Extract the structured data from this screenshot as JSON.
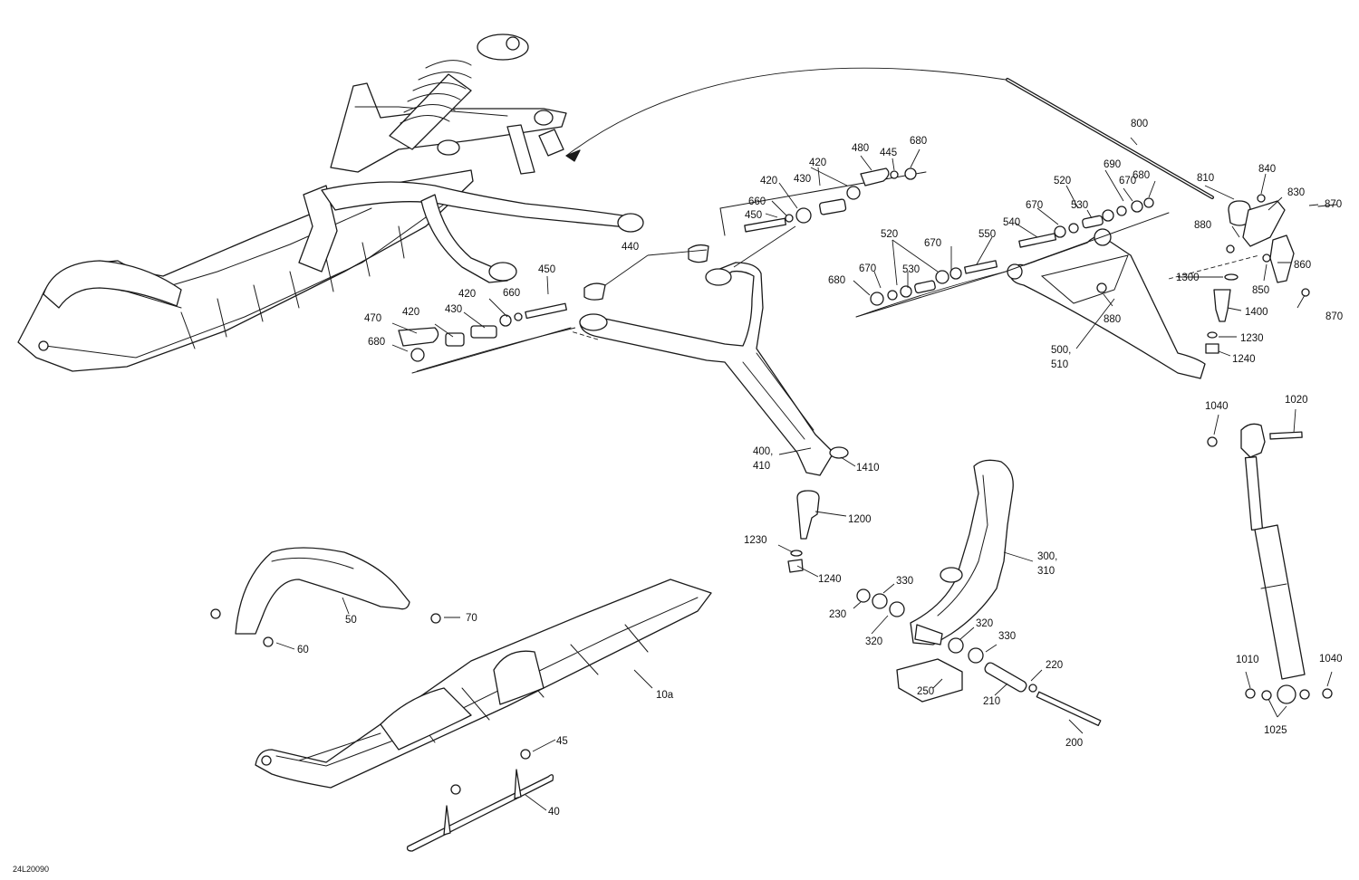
{
  "diagram_code": "24L20090",
  "labels": {
    "l800": "800",
    "l810": "810",
    "l840": "840",
    "l830": "830",
    "l870a": "870",
    "l880a": "880",
    "l860": "860",
    "l850": "850",
    "l1300": "1300",
    "l870b": "870",
    "l1400": "1400",
    "l880b": "880",
    "l1230a": "1230",
    "l1240a": "1240",
    "l500": "500,",
    "l510": "510",
    "l480": "480",
    "l445": "445",
    "l680a": "680",
    "l420a": "420",
    "l420b": "420",
    "l430a": "430",
    "l660a": "660",
    "l450a": "450",
    "l690": "690",
    "l520a": "520",
    "l670a": "670",
    "l530a": "530",
    "l680b": "680",
    "l540": "540",
    "l520b": "520",
    "l670b": "670",
    "l550": "550",
    "l670c": "670",
    "l530b": "530",
    "l680c": "680",
    "l440": "440",
    "l450b": "450",
    "l420c": "420",
    "l660b": "660",
    "l430b": "430",
    "l470": "470",
    "l680d": "680",
    "l400": "400,",
    "l410": "410",
    "l1410": "1410",
    "l1200": "1200",
    "l1230b": "1230",
    "l1240b": "1240",
    "l300": "300,",
    "l310": "310",
    "l330a": "330",
    "l230": "230",
    "l320a": "320",
    "l320b": "320",
    "l330b": "330",
    "l220": "220",
    "l250": "250",
    "l210": "210",
    "l200": "200",
    "l1040a": "1040",
    "l1020": "1020",
    "l1010": "1010",
    "l1040b": "1040",
    "l1025": "1025",
    "l50": "50",
    "l70": "70",
    "l60": "60",
    "l10a": "10a",
    "l45": "45",
    "l40": "40"
  }
}
